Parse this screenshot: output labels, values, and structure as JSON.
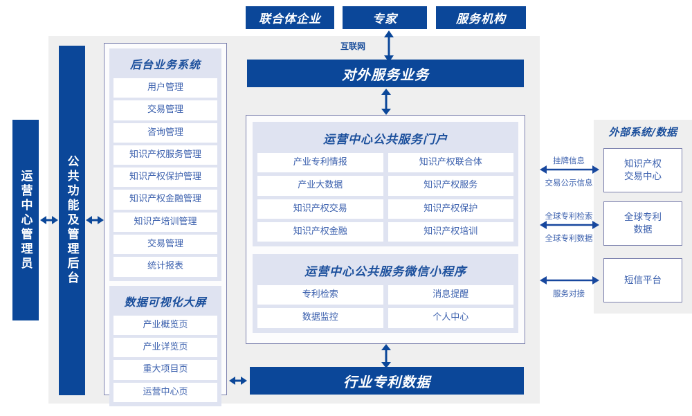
{
  "colors": {
    "brand_blue": "#0b4799",
    "accent_blue": "#1b4f9c",
    "text_blue": "#3a5fad",
    "panel_lavender": "#dfe3f1",
    "panel_gray": "#efefef",
    "frame_border": "#7b80ad"
  },
  "top_actors": [
    {
      "label": "联合体企业"
    },
    {
      "label": "专家"
    },
    {
      "label": "服务机构"
    }
  ],
  "network": {
    "label": "互联网"
  },
  "external_service_bar": {
    "label": "对外服务业务"
  },
  "left_columns": [
    {
      "label": "运营中心管理员"
    },
    {
      "label": "公共功能及管理后台"
    }
  ],
  "backoffice_panel": {
    "groups": [
      {
        "title": "后台业务系统",
        "items": [
          "用户管理",
          "交易管理",
          "咨询管理",
          "知识产权服务管理",
          "知识产权保护管理",
          "知识产权金融管理",
          "知识产培训管理",
          "交易管理",
          "统计报表"
        ]
      },
      {
        "title": "数据可视化大屏",
        "items": [
          "产业概览页",
          "产业详览页",
          "重大项目页",
          "运营中心页"
        ]
      }
    ]
  },
  "center_panel": {
    "groups": [
      {
        "title": "运营中心公共服务门户",
        "items": [
          "产业专利情报",
          "知识产权联合体",
          "产业大数据",
          "知识产权服务",
          "知识产权交易",
          "知识产权保护",
          "知识产权金融",
          "知识产权培训"
        ]
      },
      {
        "title": "运营中心公共服务微信小程序",
        "items": [
          "专利检索",
          "消息提醒",
          "数据监控",
          "个人中心"
        ]
      }
    ]
  },
  "industry_data_bar": {
    "label": "行业专利数据"
  },
  "external_systems": {
    "title": "外部系统/数据",
    "boxes": [
      {
        "label": "知识产权\n交易中心"
      },
      {
        "label": "全球专利\n数据"
      },
      {
        "label": "短信平台"
      }
    ],
    "connectors": [
      {
        "above": "挂牌信息",
        "below": "交易公示信息"
      },
      {
        "above": "全球专利检索",
        "below": "全球专利数据"
      },
      {
        "above": "",
        "below": "服务对接"
      }
    ]
  }
}
